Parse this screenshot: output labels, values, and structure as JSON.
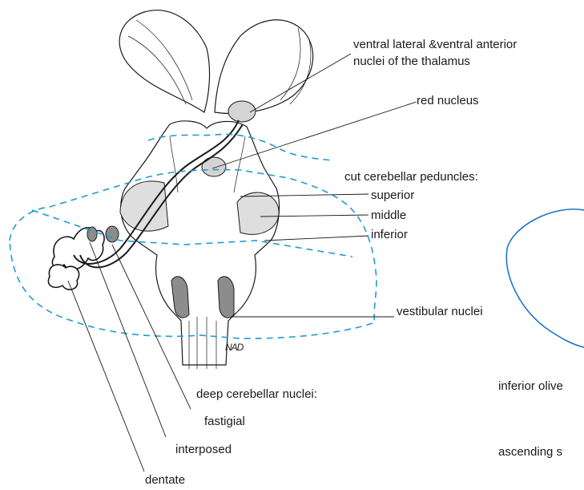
{
  "labels": {
    "thalamus_line1": "ventral lateral &ventral anterior",
    "thalamus_line2": "nuclei of the thalamus",
    "red_nucleus": "red nucleus",
    "peduncles_heading": "cut cerebellar peduncles:",
    "superior": "superior",
    "middle": "middle",
    "inferior": "inferior",
    "vestibular_nuclei": "vestibular nuclei",
    "deep_nuclei_heading": "deep cerebellar nuclei:",
    "fastigial": "fastigial",
    "interposed": "interposed",
    "dentate": "dentate",
    "inferior_olive": "inferior olive",
    "ascending": "ascending s",
    "signature": "NAD"
  },
  "colors": {
    "outline": "#1a1a1a",
    "cerebellum_dash": "#1e9bd6",
    "nucleus_fill": "#d4d4d4",
    "deep_nucleus_fill": "#8c8c8c",
    "right_panel_outline": "#1e73c8"
  }
}
